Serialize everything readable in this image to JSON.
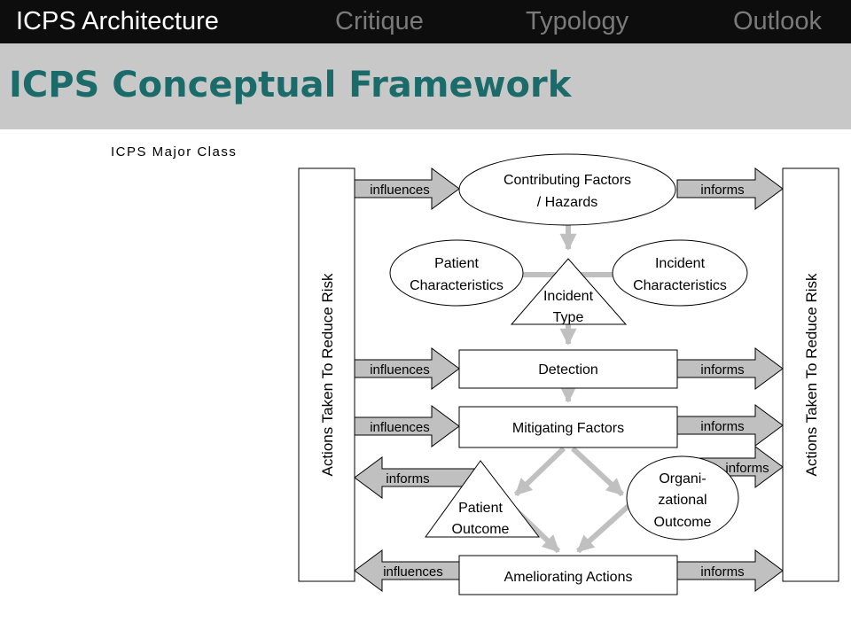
{
  "nav": {
    "items": [
      {
        "label": "ICPS Architecture"
      },
      {
        "label": "Critique"
      },
      {
        "label": "Typology"
      },
      {
        "label": "Outlook"
      }
    ],
    "active_index": 0
  },
  "page": {
    "title": "ICPS Conceptual Framework",
    "major_class_label": "ICPS Major Class"
  },
  "diagram": {
    "side_bar_label": "Actions Taken To Reduce Risk",
    "contributing_factors": [
      "Contributing Factors",
      "/ Hazards"
    ],
    "patient_characteristics": [
      "Patient",
      "Characteristics"
    ],
    "incident_characteristics": [
      "Incident",
      "Characteristics"
    ],
    "incident_type": [
      "Incident",
      "Type"
    ],
    "detection": "Detection",
    "mitigating_factors": "Mitigating Factors",
    "patient_outcome": [
      "Patient",
      "Outcome"
    ],
    "organizational_outcome": [
      "Organi-",
      "zational",
      "Outcome"
    ],
    "ameliorating_actions": "Ameliorating Actions",
    "arrow_influences": "influences",
    "arrow_informs": "informs"
  },
  "colors": {
    "nav_background": "#0d0d0d",
    "nav_active": "#ffffff",
    "nav_inactive": "#7a7a7a",
    "title_band": "#c8c8c8",
    "title_text": "#1b6b6b",
    "arrow_fill": "#c0c0c0",
    "connector": "#c0c0c0"
  }
}
